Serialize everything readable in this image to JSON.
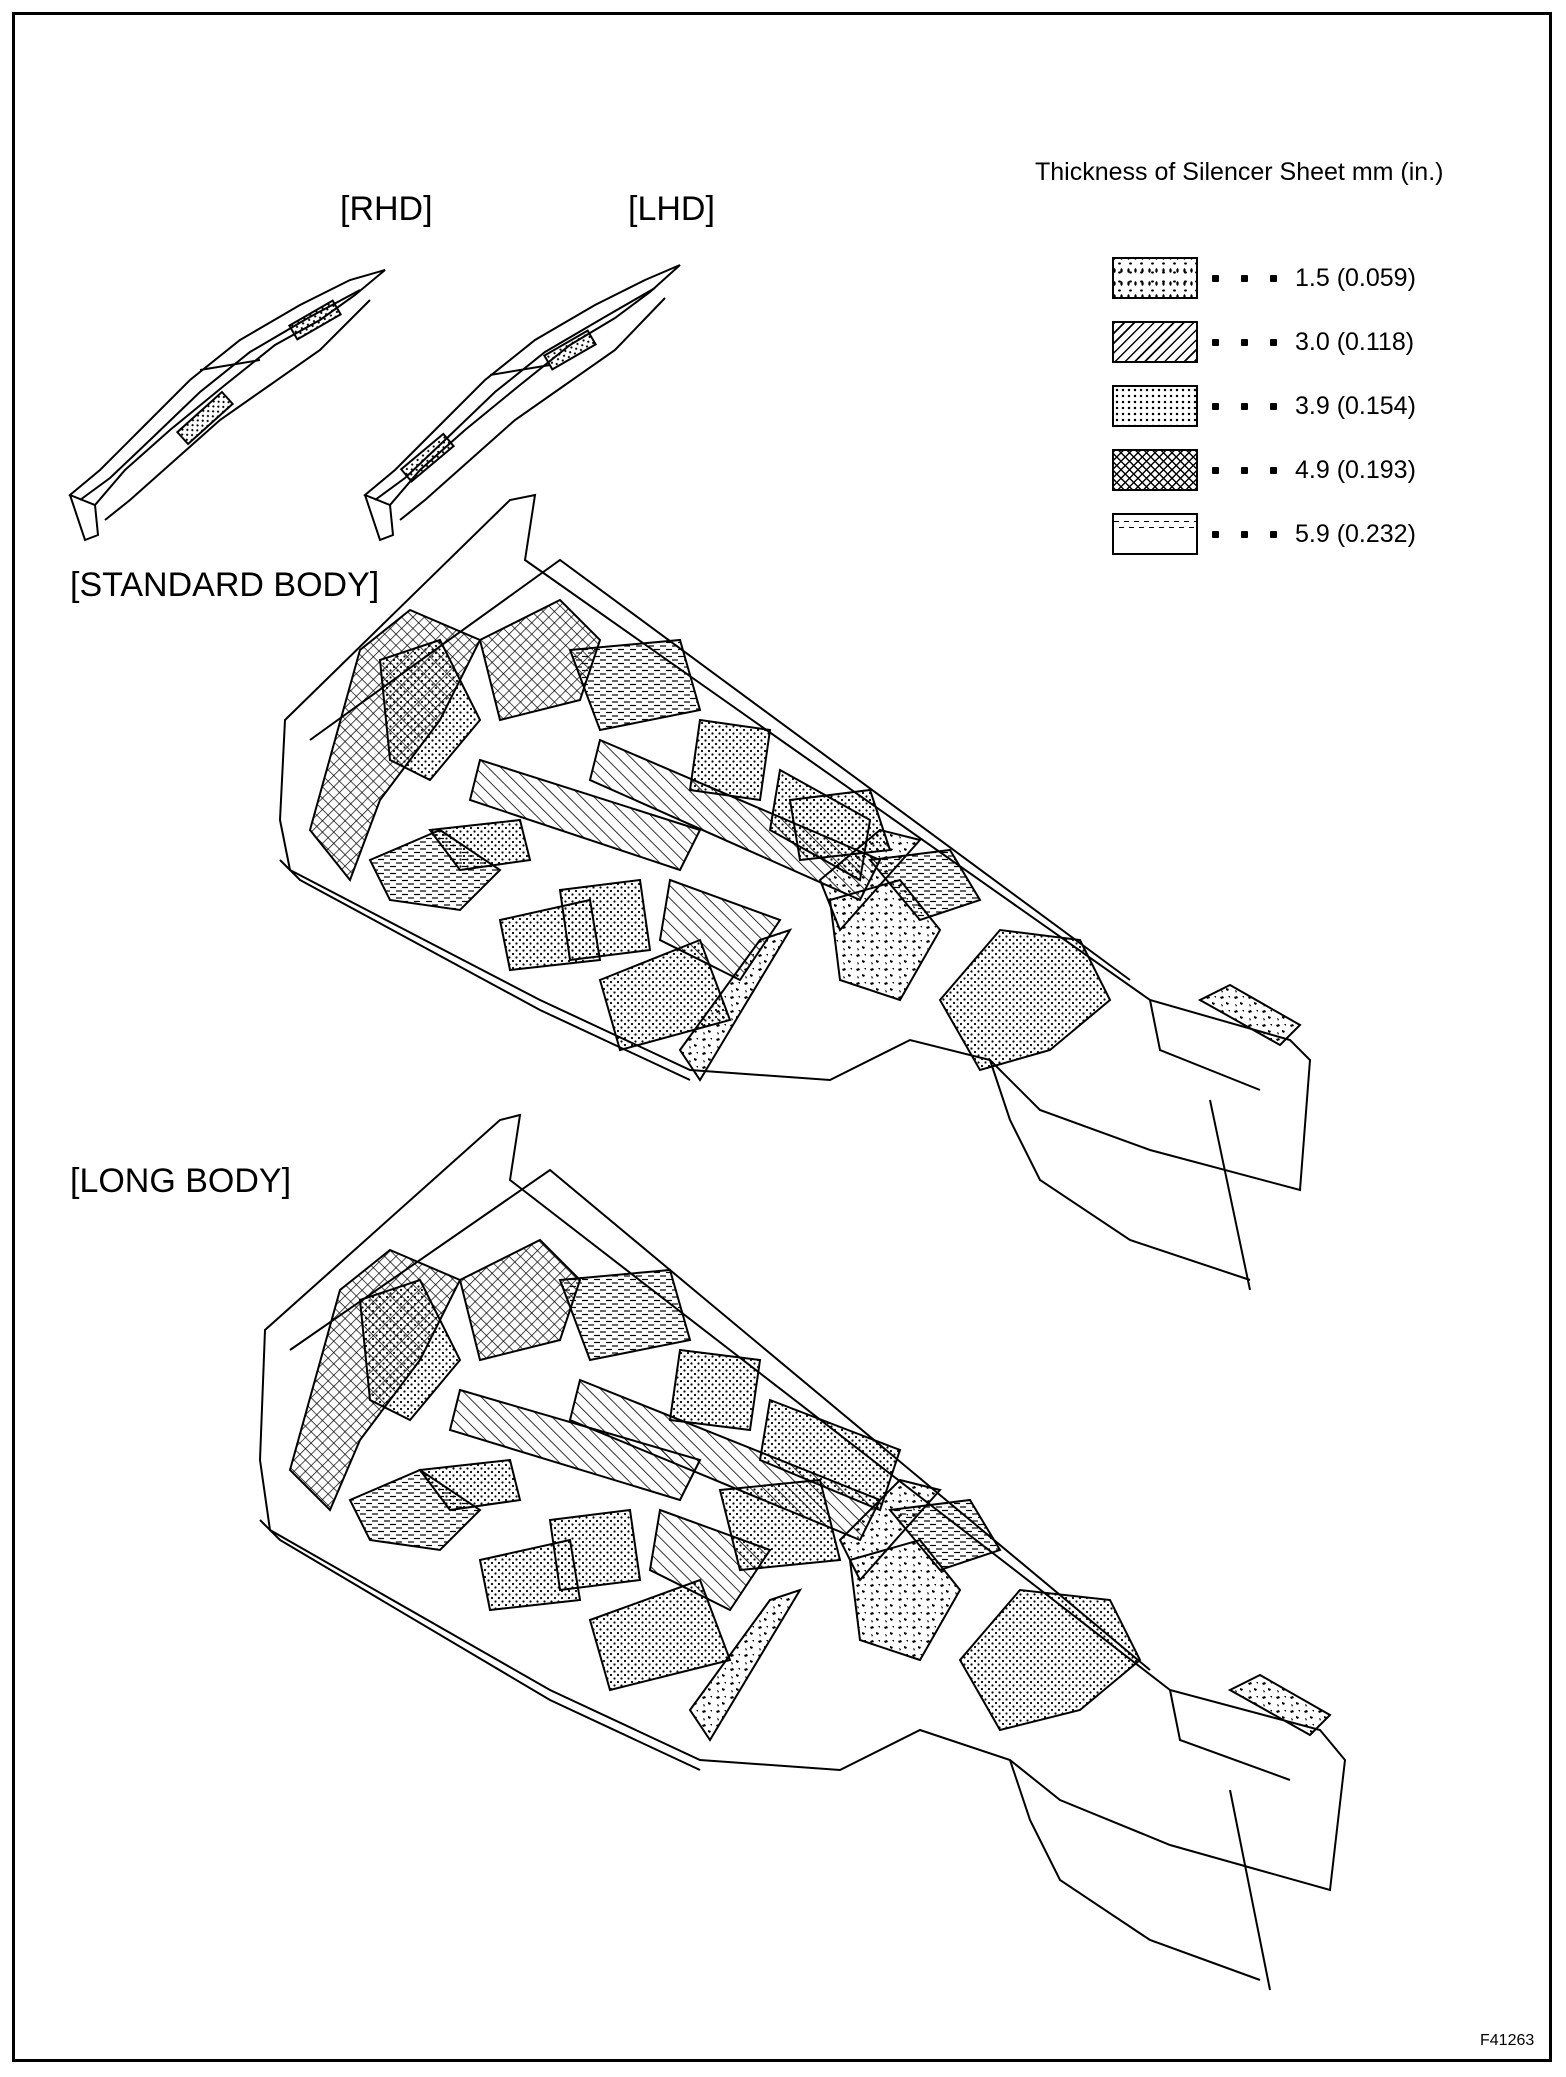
{
  "legend": {
    "title": "Thickness of Silencer Sheet    mm (in.)",
    "items": [
      {
        "value": "1.5 (0.059)",
        "pattern": "speckle"
      },
      {
        "value": "3.0 (0.118)",
        "pattern": "diagonal-hatch"
      },
      {
        "value": "3.9 (0.154)",
        "pattern": "dots"
      },
      {
        "value": "4.9 (0.193)",
        "pattern": "cross-hatch"
      },
      {
        "value": "5.9 (0.232)",
        "pattern": "dashes"
      }
    ]
  },
  "labels": {
    "rhd": "[RHD]",
    "lhd": "[LHD]",
    "standard_body": "[STANDARD BODY]",
    "long_body": "[LONG BODY]"
  },
  "figure_code": "F41263",
  "colors": {
    "ink": "#000000",
    "paper": "#ffffff"
  }
}
